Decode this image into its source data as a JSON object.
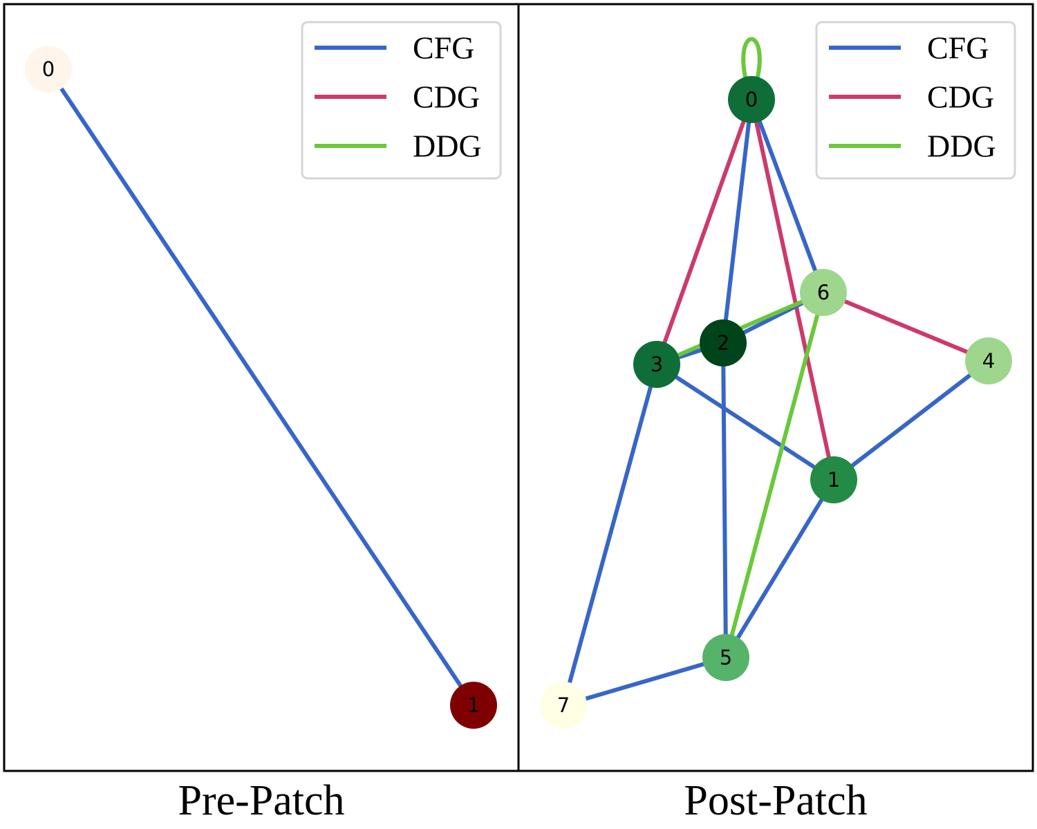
{
  "legend": [
    {
      "label": "CFG",
      "color": "#3766c8"
    },
    {
      "label": "CDG",
      "color": "#cc3a6a"
    },
    {
      "label": "DDG",
      "color": "#6ac83a"
    }
  ],
  "panels": [
    {
      "id": "pre",
      "title": "Pre-Patch",
      "nodes": [
        {
          "id": "0",
          "label": "0",
          "color": "#fff5eb",
          "text_color": "#000000"
        },
        {
          "id": "1",
          "label": "1",
          "color": "#7f0000",
          "text_color": "#000000"
        }
      ],
      "edges": [
        {
          "from": "0",
          "to": "1",
          "type": "CFG"
        }
      ]
    },
    {
      "id": "post",
      "title": "Post-Patch",
      "nodes": [
        {
          "id": "0",
          "label": "0",
          "color": "#0f6e38",
          "text_color": "#000000"
        },
        {
          "id": "1",
          "label": "1",
          "color": "#238b45",
          "text_color": "#000000"
        },
        {
          "id": "2",
          "label": "2",
          "color": "#00441b",
          "text_color": "#000000"
        },
        {
          "id": "3",
          "label": "3",
          "color": "#0f6e38",
          "text_color": "#000000"
        },
        {
          "id": "4",
          "label": "4",
          "color": "#9fd68e",
          "text_color": "#000000"
        },
        {
          "id": "5",
          "label": "5",
          "color": "#56b36a",
          "text_color": "#000000"
        },
        {
          "id": "6",
          "label": "6",
          "color": "#9fd68e",
          "text_color": "#000000"
        },
        {
          "id": "7",
          "label": "7",
          "color": "#ffffe5",
          "text_color": "#000000"
        }
      ],
      "edges": [
        {
          "from": "0",
          "to": "0",
          "type": "DDG"
        },
        {
          "from": "0",
          "to": "3",
          "type": "CDG"
        },
        {
          "from": "0",
          "to": "1",
          "type": "CDG"
        },
        {
          "from": "6",
          "to": "4",
          "type": "CDG"
        },
        {
          "from": "0",
          "to": "2",
          "type": "CFG"
        },
        {
          "from": "0",
          "to": "6",
          "type": "CFG"
        },
        {
          "from": "2",
          "to": "6",
          "type": "CFG"
        },
        {
          "from": "3",
          "to": "2",
          "type": "CFG"
        },
        {
          "from": "3",
          "to": "1",
          "type": "CFG"
        },
        {
          "from": "3",
          "to": "7",
          "type": "CFG"
        },
        {
          "from": "2",
          "to": "5",
          "type": "CFG"
        },
        {
          "from": "1",
          "to": "5",
          "type": "CFG"
        },
        {
          "from": "1",
          "to": "4",
          "type": "CFG"
        },
        {
          "from": "5",
          "to": "7",
          "type": "CFG"
        },
        {
          "from": "3",
          "to": "6",
          "type": "DDG"
        },
        {
          "from": "6",
          "to": "5",
          "type": "DDG"
        }
      ]
    }
  ]
}
